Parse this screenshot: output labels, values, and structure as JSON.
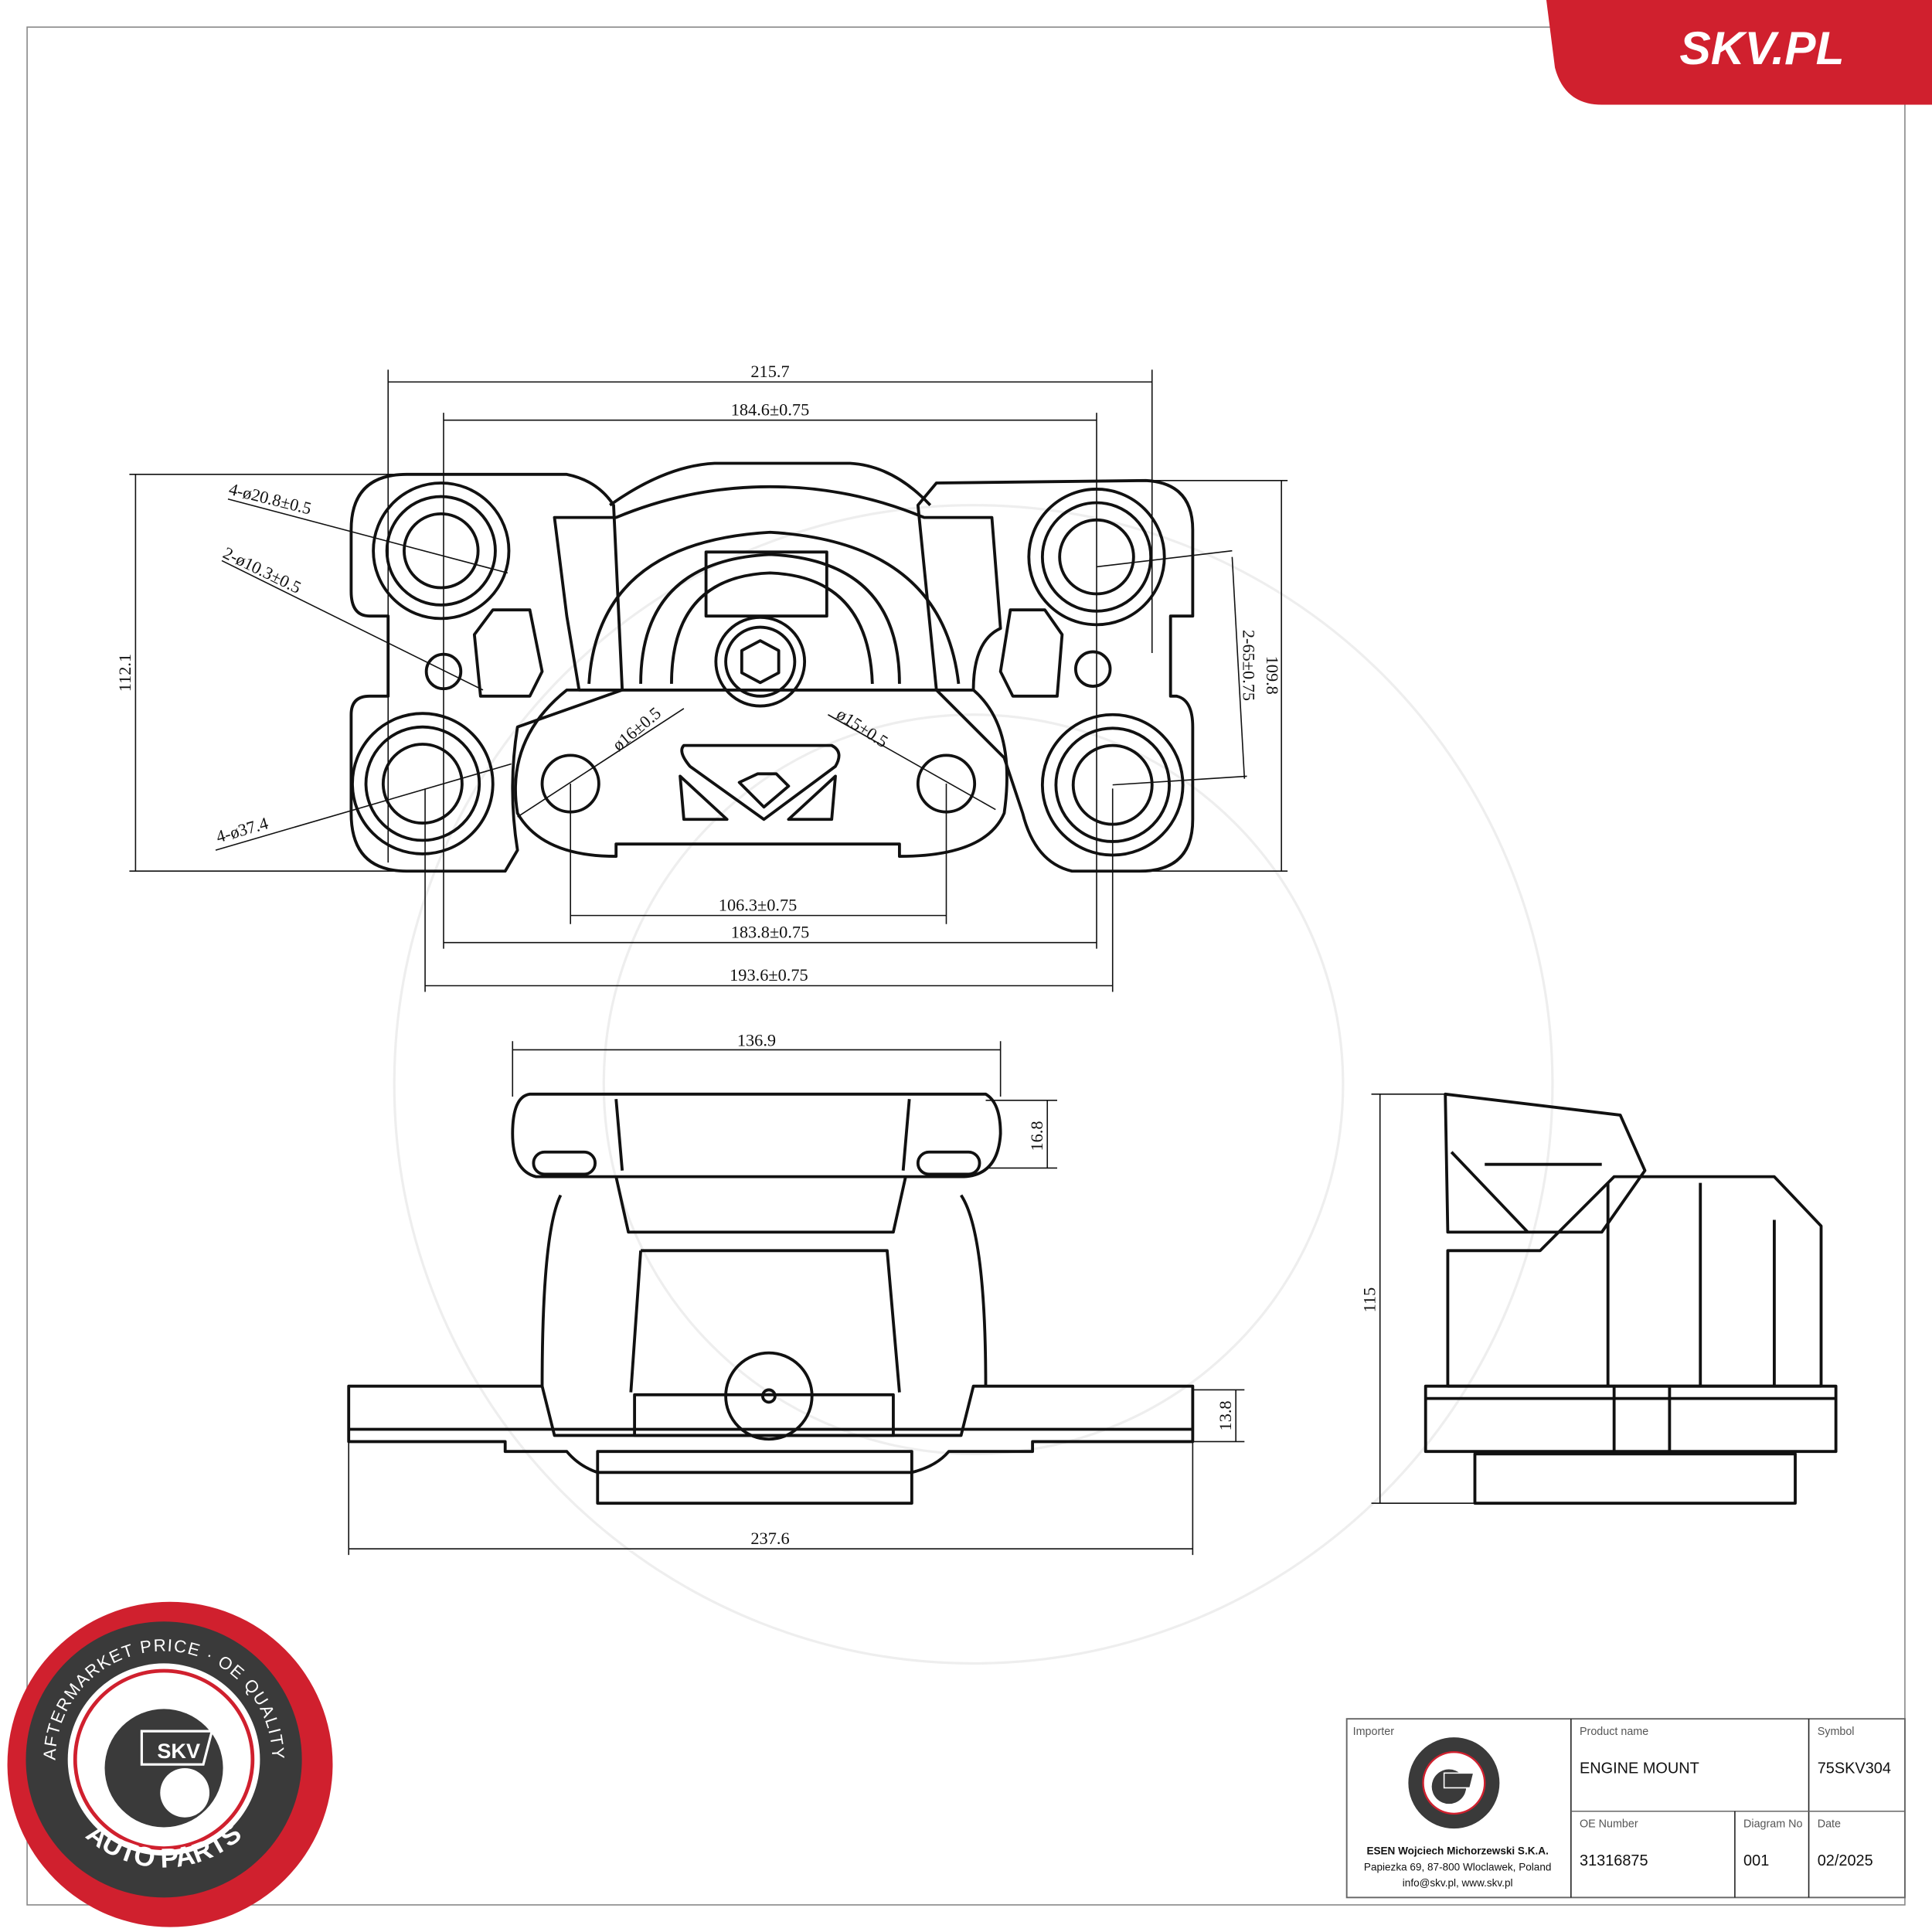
{
  "brand": {
    "site_label": "SKV.PL",
    "red": "#d0202e",
    "dark": "#3a3a3a"
  },
  "seal": {
    "top_text": "AFTERMARKET PRICE · OE QUALITY",
    "bottom_text": "AUTO PARTS",
    "center_text": "SKV"
  },
  "top_view": {
    "dims": {
      "overall_width": "215.7",
      "hole_span_top": "184.6±0.75",
      "overall_height_left": "112.1",
      "overall_height_right": "109.8",
      "hole_pitch_right": "2-65±0.75",
      "center_holes": "106.3±0.75",
      "hole_span_bottom": "183.8±0.75",
      "outer_span_bottom": "193.6±0.75"
    },
    "callouts": {
      "bore_small": "4-ø20.8±0.5",
      "pin_holes": "2-ø10.3±0.5",
      "bore_outer": "4-ø37.4",
      "hole_left": "ø16±0.5",
      "hole_right": "ø15±0.5"
    }
  },
  "front_view": {
    "dims": {
      "top_width": "136.9",
      "top_thickness": "16.8",
      "flange_thickness": "13.8",
      "overall_length": "237.6"
    }
  },
  "side_view": {
    "dims": {
      "height": "115"
    }
  },
  "title_block": {
    "importer_label": "Importer",
    "importer_name": "ESEN Wojciech Michorzewski S.K.A.",
    "importer_address": "Papiezka 69, 87-800 Wloclawek, Poland",
    "importer_contact": "info@skv.pl, www.skv.pl",
    "product_name_label": "Product name",
    "product_name": "ENGINE MOUNT",
    "symbol_label": "Symbol",
    "symbol": "75SKV304",
    "oe_number_label": "OE Number",
    "oe_number": "31316875",
    "diagram_no_label": "Diagram No",
    "diagram_no": "001",
    "date_label": "Date",
    "date": "02/2025"
  }
}
